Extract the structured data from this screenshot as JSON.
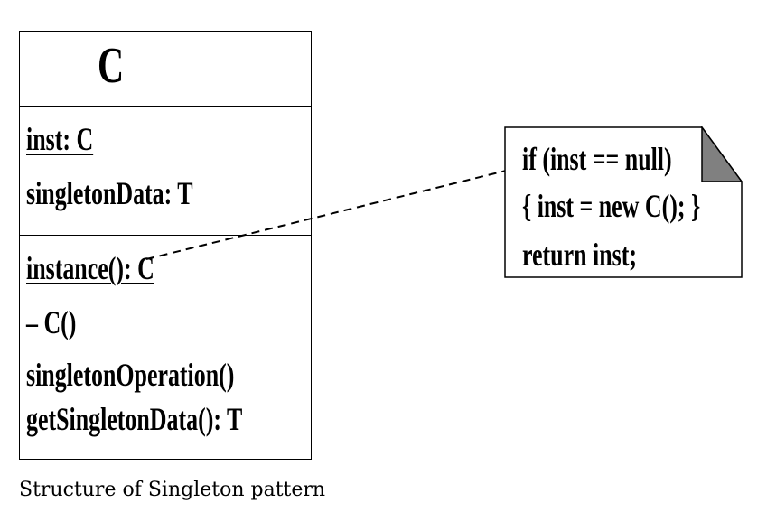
{
  "class_box": {
    "name": "C",
    "attributes": [
      {
        "text": "inst: C",
        "static": true
      },
      {
        "text": "singletonData: T",
        "static": false
      }
    ],
    "operations": [
      {
        "text": "instance(): C",
        "static": true
      },
      {
        "text": "– C()",
        "static": false
      },
      {
        "text": "singletonOperation()",
        "static": false
      },
      {
        "text": "getSingletonData(): T",
        "static": false
      }
    ]
  },
  "note": {
    "lines": [
      "if (inst == null)",
      "{ inst = new C(); }",
      "return inst;"
    ]
  },
  "caption": "Structure of Singleton pattern",
  "colors": {
    "line": "#000000",
    "note_fold": "#808080",
    "background": "#ffffff"
  }
}
